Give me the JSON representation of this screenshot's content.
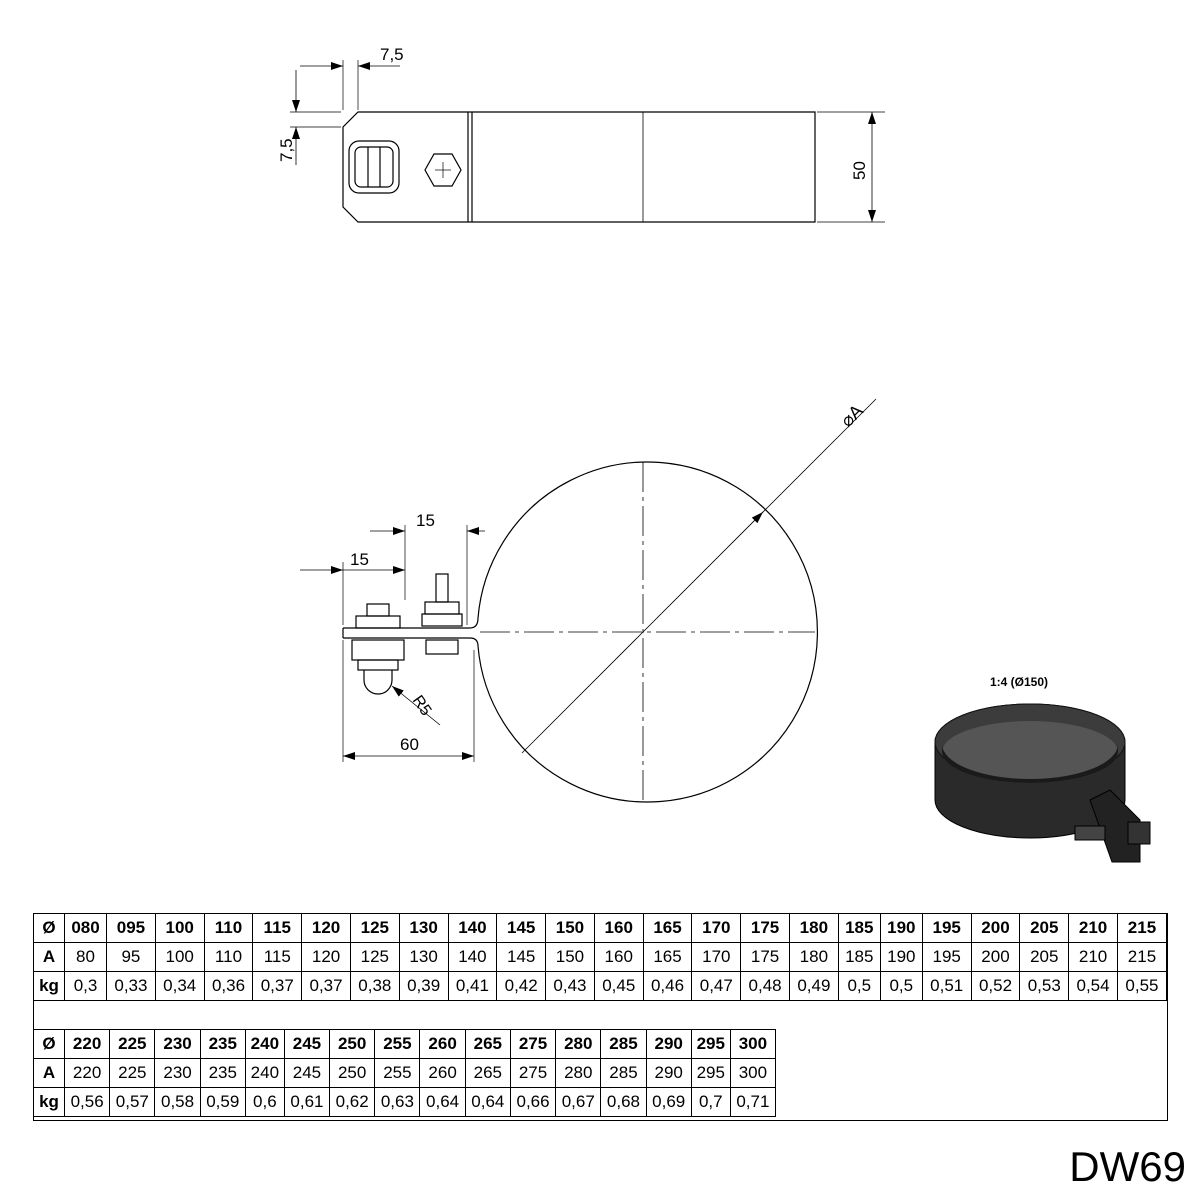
{
  "drawing": {
    "top_view": {
      "dim_tab_width": "7,5",
      "dim_tab_height": "7,5",
      "dim_band_width": "50"
    },
    "front_view": {
      "dim_diameter": "⌀A",
      "dim_bolt_spacing": "15",
      "dim_nut_offset": "15",
      "dim_flange_length": "60",
      "dim_radius": "R5"
    },
    "iso_view": {
      "scale_label": "1:4 (Ø150)"
    }
  },
  "table1": {
    "labels": [
      "Ø",
      "A",
      "kg"
    ],
    "diameter": [
      "080",
      "095",
      "100",
      "110",
      "115",
      "120",
      "125",
      "130",
      "140",
      "145",
      "150",
      "160",
      "165",
      "170",
      "175",
      "180",
      "185",
      "190",
      "195",
      "200",
      "205",
      "210",
      "215"
    ],
    "A": [
      "80",
      "95",
      "100",
      "110",
      "115",
      "120",
      "125",
      "130",
      "140",
      "145",
      "150",
      "160",
      "165",
      "170",
      "175",
      "180",
      "185",
      "190",
      "195",
      "200",
      "205",
      "210",
      "215"
    ],
    "kg": [
      "0,3",
      "0,33",
      "0,34",
      "0,36",
      "0,37",
      "0,37",
      "0,38",
      "0,39",
      "0,41",
      "0,42",
      "0,43",
      "0,45",
      "0,46",
      "0,47",
      "0,48",
      "0,49",
      "0,5",
      "0,5",
      "0,51",
      "0,52",
      "0,53",
      "0,54",
      "0,55"
    ]
  },
  "table2": {
    "labels": [
      "Ø",
      "A",
      "kg"
    ],
    "diameter": [
      "220",
      "225",
      "230",
      "235",
      "240",
      "245",
      "250",
      "255",
      "260",
      "265",
      "275",
      "280",
      "285",
      "290",
      "295",
      "300"
    ],
    "A": [
      "220",
      "225",
      "230",
      "235",
      "240",
      "245",
      "250",
      "255",
      "260",
      "265",
      "275",
      "280",
      "285",
      "290",
      "295",
      "300"
    ],
    "kg": [
      "0,56",
      "0,57",
      "0,58",
      "0,59",
      "0,6",
      "0,61",
      "0,62",
      "0,63",
      "0,64",
      "0,64",
      "0,66",
      "0,67",
      "0,68",
      "0,69",
      "0,7",
      "0,71"
    ]
  },
  "product_code": "DW69"
}
